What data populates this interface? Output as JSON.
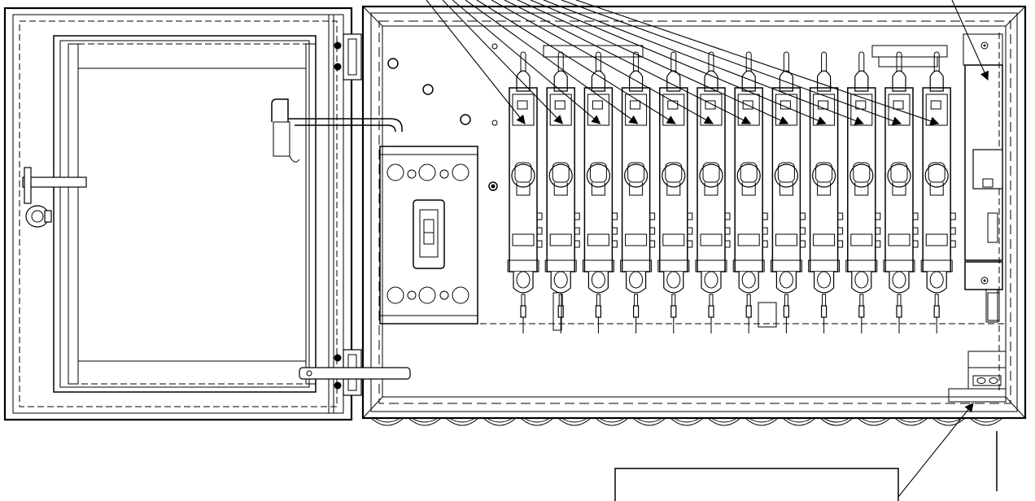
{
  "drawing": {
    "subject": "",
    "components": {
      "enclosure": "enclosure-body",
      "door": "enclosure-door",
      "main_breaker": "main-breaker",
      "fuse_holder_count": 12,
      "din_module": "din-module",
      "ground_bar": "ground-bar"
    },
    "callouts": {
      "bottom_box_text": ""
    }
  }
}
